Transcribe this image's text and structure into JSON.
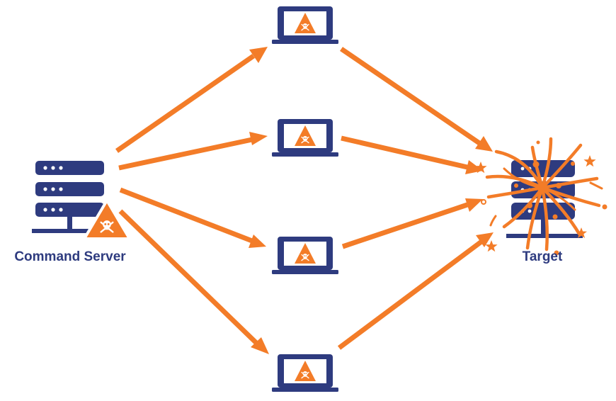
{
  "diagram": {
    "type": "ddos-botnet-attack",
    "source": {
      "label": "Command Server",
      "icon": "server-with-warning-icon"
    },
    "bots": [
      {
        "icon": "infected-laptop-icon"
      },
      {
        "icon": "infected-laptop-icon"
      },
      {
        "icon": "infected-laptop-icon"
      },
      {
        "icon": "infected-laptop-icon"
      }
    ],
    "target": {
      "label": "Target",
      "icon": "exploding-server-icon"
    }
  },
  "colors": {
    "navy": "#2e3b7f",
    "orange": "#f37c28",
    "white": "#ffffff"
  }
}
